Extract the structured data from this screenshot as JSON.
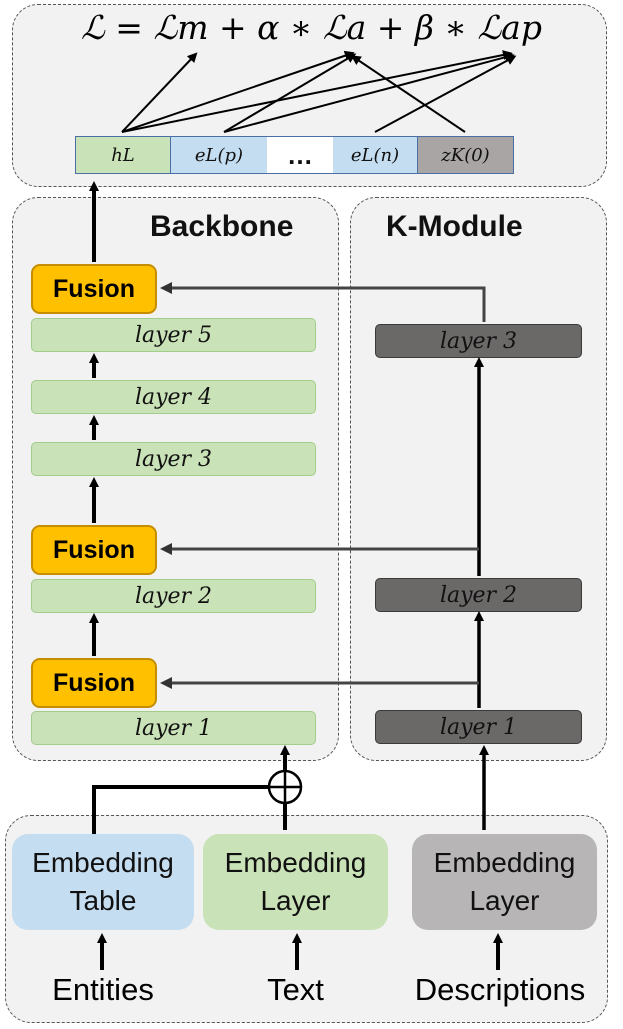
{
  "formula": "ℒ = ℒm + α ∗ ℒa + β ∗ ℒap",
  "output_vector": [
    "hL",
    "eL(p)",
    "…",
    "eL(n)",
    "zK(0)"
  ],
  "backbone": {
    "title": "Backbone",
    "layers": [
      "layer 5",
      "layer 4",
      "layer 3",
      "layer 2",
      "layer 1"
    ],
    "fusion_label": "Fusion"
  },
  "kmodule": {
    "title": "K-Module",
    "layers": [
      "layer 3",
      "layer 2",
      "layer 1"
    ]
  },
  "embeddings": {
    "table": "Embedding Table",
    "text_layer": "Embedding Layer",
    "desc_layer": "Embedding Layer"
  },
  "inputs": [
    "Entities",
    "Text",
    "Descriptions"
  ],
  "colors": {
    "green": "#c9e2b8",
    "blue": "#c5ddf0",
    "gray": "#6b6868",
    "fusion": "#ffc000",
    "panel": "#f2f2f2"
  }
}
